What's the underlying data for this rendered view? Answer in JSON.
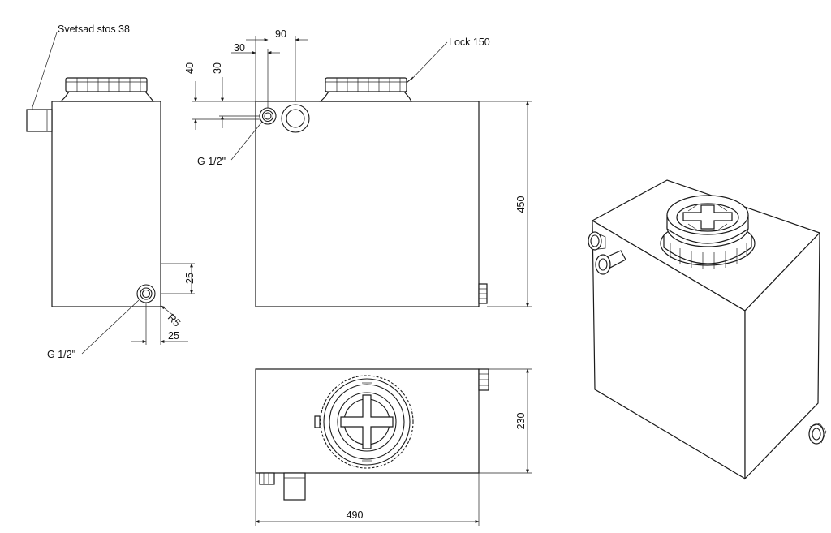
{
  "labels": {
    "weld_socket": "Svetsad stos 38",
    "lock": "Lock 150",
    "thread_top": "G 1/2\"",
    "thread_bottom": "G 1/2\""
  },
  "dimensions": {
    "d90": "90",
    "d30_h": "30",
    "d40": "40",
    "d30_v": "30",
    "d450": "450",
    "d25_v": "25",
    "r5": "R5",
    "d25_h": "25",
    "d230": "230",
    "d490": "490"
  },
  "colors": {
    "line": "#1a1a1a",
    "background": "#ffffff"
  }
}
